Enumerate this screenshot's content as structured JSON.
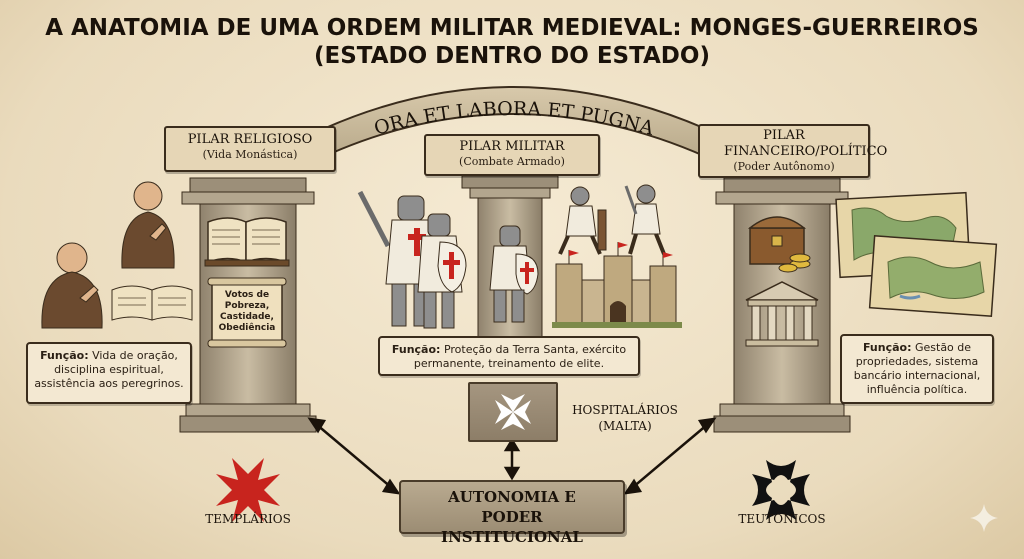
{
  "title_line1": "A ANATOMIA DE UMA ORDEM MILITAR MEDIEVAL: MONGES-GUERREIROS",
  "title_line2": "(ESTADO DENTRO DO ESTADO)",
  "motto": "ORA ET LABORA ET PUGNA",
  "pillars": [
    {
      "title": "PILAR RELIGIOSO",
      "subtitle": "(Vida Monástica)"
    },
    {
      "title": "PILAR MILITAR",
      "subtitle": "(Combate Armado)"
    },
    {
      "title": "PILAR FINANCEIRO/POLÍTICO",
      "subtitle": "(Poder Autônomo)"
    }
  ],
  "scroll_text": "Votos de Pobreza, Castidade, Obediência",
  "functions": [
    {
      "label": "Função:",
      "text": "Vida de oração, disciplina espiritual, assistência aos peregrinos."
    },
    {
      "label": "Função:",
      "text": "Proteção da Terra Santa, exército permanente, treinamento de elite."
    },
    {
      "label": "Função:",
      "text": "Gestão de propriedades, sistema bancário internacional, influência política."
    }
  ],
  "orders": {
    "templarios": "TEMPLÁRIOS",
    "hospitalarios": "HOSPITALÁRIOS (MALTA)",
    "teutonicos": "TEUTÔNICOS"
  },
  "center_box": "AUTONOMIA E PODER INSTITUCIONAL",
  "colors": {
    "templar_cross": "#c8241e",
    "teutonic_cross": "#111111",
    "hospitaller_cross": "#ffffff",
    "parchment": "#efe2c8",
    "stone": "#b7a98f"
  }
}
